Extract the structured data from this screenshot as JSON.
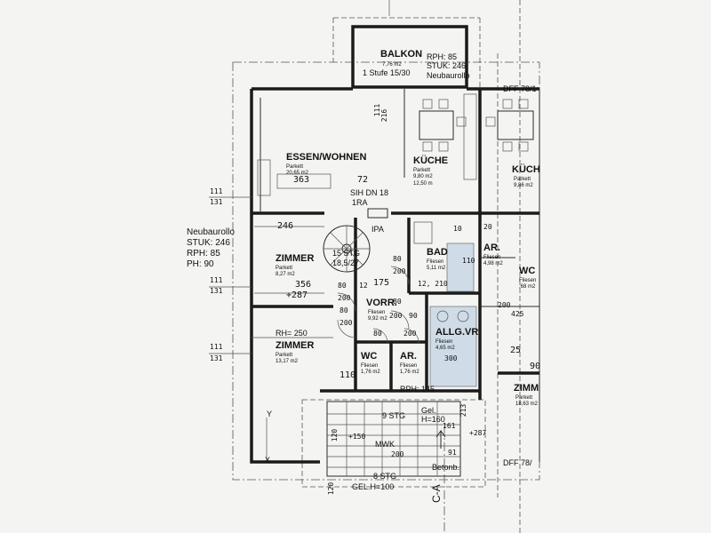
{
  "rooms": {
    "balkon": {
      "name": "BALKON",
      "area": "7,76 m2",
      "note": "1 Stufe 15/30"
    },
    "essen": {
      "name": "ESSEN/WOHNEN",
      "floor": "Parkett",
      "area": "20,65 m2"
    },
    "kueche": {
      "name": "KÜCHE",
      "floor": "Parkett",
      "area": "9,80 m2",
      "extra": "12,50 m"
    },
    "kueche_right": {
      "name": "KÜCH",
      "floor": "Parkett",
      "area": "9,86 m2"
    },
    "zimmer1": {
      "name": "ZIMMER",
      "floor": "Parkett",
      "area": "8,27 m2"
    },
    "zimmer2": {
      "name": "ZIMMER",
      "floor": "Parkett",
      "area": "13,17 m2"
    },
    "bad": {
      "name": "BAD",
      "floor": "Fliesen",
      "area": "5,11 m2"
    },
    "vorr": {
      "name": "VORR.",
      "floor": "Fliesen",
      "area": "9,92 m2"
    },
    "wc": {
      "name": "WC",
      "floor": "Fliesen",
      "area": "1,76 m2"
    },
    "ar": {
      "name": "AR.",
      "floor": "Fliesen",
      "area": "1,76 m2"
    },
    "ar_right": {
      "name": "AR.",
      "floor": "Fliesen",
      "area": "4,98 m2"
    },
    "wc_right": {
      "name": "WC",
      "floor": "Fliesen",
      "area": ",68 m2"
    },
    "allg": {
      "name": "ALLG.VR",
      "floor": "Fliesen",
      "area": "4,65 m2"
    },
    "zimm_right": {
      "name": "ZIMM",
      "floor": "Parkett",
      "area": "18,63 m2"
    }
  },
  "notes": {
    "rph85": "RPH: 85",
    "stuk246": "STUK: 246",
    "neubaurollo_top": "Neubaurollo",
    "dff_top": "DFF 78/1",
    "dff_bottom": "DFF 78/",
    "sih": "SIH DN 18",
    "ira": "1RA",
    "ipa": "IPA",
    "stg15_a": "15 STG",
    "stg15_b": "18,5/27",
    "rh250": "RH= 250",
    "rph145": "RPH: 145",
    "stg9": "9 STG",
    "gel160": "Gel.",
    "gel160b": "H=160",
    "mwk": "MWK",
    "betonb": "Betonb.",
    "stg8": "8 STG",
    "gelh100": "GEL.H=100",
    "section": "C-A"
  },
  "left_notes": {
    "l1": "Neubaurollo",
    "l2": "STUK: 246",
    "l3": "RPH: 85",
    "l4": "PH: 90"
  },
  "levels": {
    "a1": "111",
    "b1": "131",
    "a2": "111",
    "b2": "131",
    "a3": "111",
    "b3": "131"
  },
  "dims": {
    "d216": "216",
    "d111": "111",
    "d72": "72",
    "d363": "363",
    "d246": "246",
    "d356": "356",
    "d287": "+287",
    "d175": "175",
    "d80a": "80",
    "d200a": "200",
    "d80b": "80",
    "d200b": "200",
    "d80c": "80",
    "d200c": "200",
    "d80d": "80",
    "d200d": "200",
    "d80e": "80",
    "d200e": "200",
    "d90": "90",
    "d110": "110",
    "d12": "12",
    "d210": "12, 210",
    "d10": "10",
    "d20": "20",
    "d110b": "110",
    "d200f": "200",
    "d425": "425",
    "d300": "300",
    "d213": "213",
    "d287b": "+287",
    "d161": "161",
    "d90b": "90",
    "d25": "25",
    "d120": "120",
    "d150": "+150",
    "d120b": "120",
    "d200g": "200",
    "d91": "91"
  },
  "marks": {
    "y": "Y",
    "x": "X"
  }
}
